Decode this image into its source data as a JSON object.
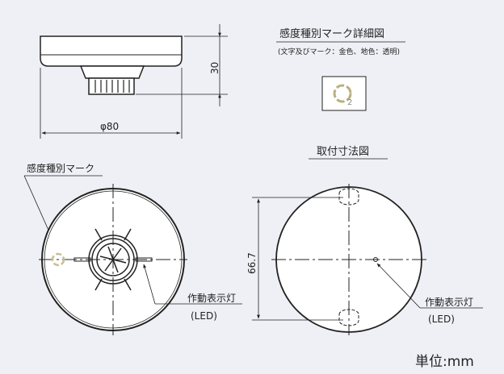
{
  "detail": {
    "title": "感度種別マーク詳細図",
    "note": "(文字及びマーク：金色、地色：透明)",
    "mark_digit": "2"
  },
  "side_view": {
    "height_dim": "30",
    "diameter_dim": "φ80"
  },
  "front_view": {
    "mark_label": "感度種別マーク",
    "led_label": "作動表示灯",
    "led_sub": "(LED)"
  },
  "mount_view": {
    "title": "取付寸法図",
    "pitch_dim": "66.7",
    "led_label": "作動表示灯",
    "led_sub": "(LED)"
  },
  "unit": "単位:mm",
  "colors": {
    "background": "#eef0f5",
    "mark_gold": "#b8b080",
    "line": "#222222"
  }
}
